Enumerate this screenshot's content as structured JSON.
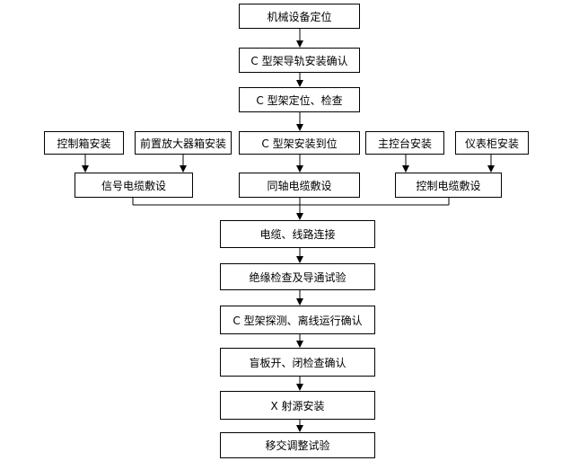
{
  "flowchart": {
    "steps_top": [
      "机械设备定位",
      "C 型架导轨安装确认",
      "C 型架定位、检查"
    ],
    "left_branch": [
      "控制箱安装",
      "前置放大器箱安装"
    ],
    "center_step": "C 型架安装到位",
    "right_branch": [
      "主控台安装",
      "仪表柜安装"
    ],
    "cable_row": [
      "信号电缆敷设",
      "同轴电缆敷设",
      "控制电缆敷设"
    ],
    "steps_bottom": [
      "电缆、线路连接",
      "绝缘检查及导通试验",
      "C 型架探测、离线运行确认",
      "盲板开、闭检查确认",
      "X 射源安装",
      "移交调整试验"
    ]
  }
}
